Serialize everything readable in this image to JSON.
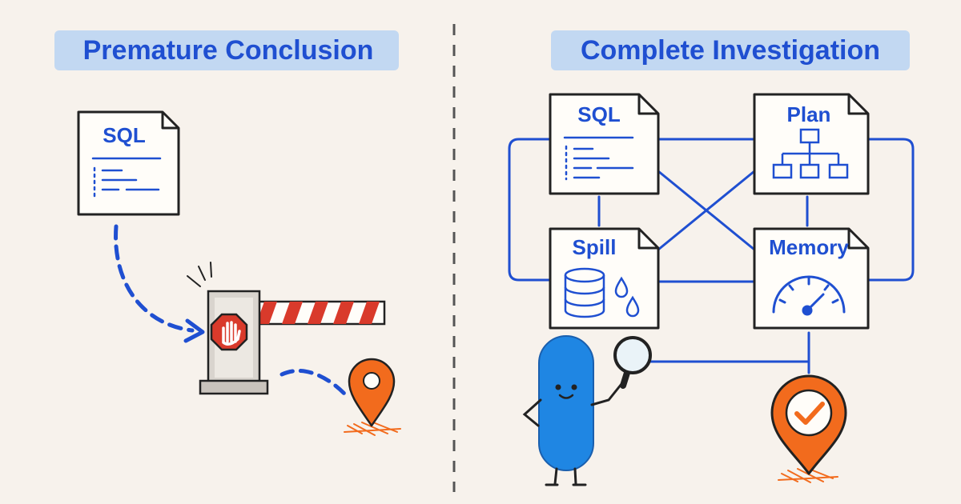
{
  "left_panel": {
    "title": "Premature Conclusion",
    "doc_label": "SQL"
  },
  "right_panel": {
    "title": "Complete Investigation",
    "docs": [
      {
        "label": "SQL",
        "icon": "code-lines-icon"
      },
      {
        "label": "Plan",
        "icon": "tree-icon"
      },
      {
        "label": "Spill",
        "icon": "database-drops-icon"
      },
      {
        "label": "Memory",
        "icon": "gauge-icon"
      }
    ]
  },
  "colors": {
    "background": "#f7f2ec",
    "ink": "#222222",
    "accent_blue": "#1f4fd1",
    "highlight": "#b9d3f3",
    "pin_orange": "#f26b1d",
    "stop_red": "#d93a2b",
    "character_blue": "#1f86e3"
  }
}
